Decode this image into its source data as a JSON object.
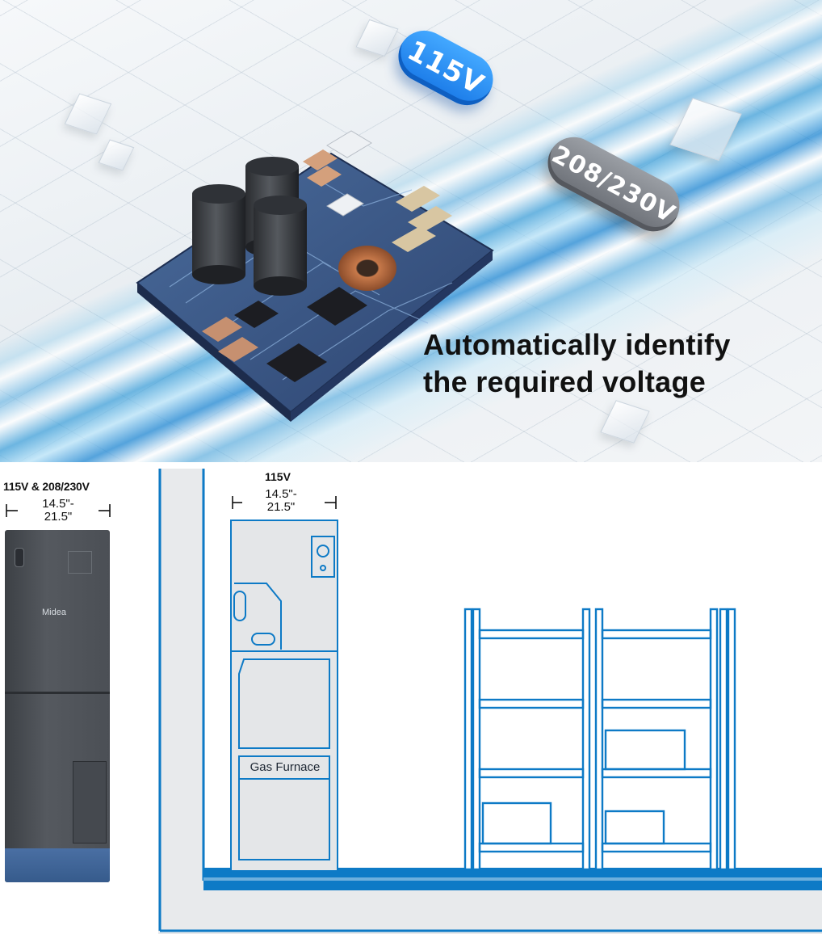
{
  "hero": {
    "voltage_low": "115V",
    "voltage_high": "208/230V",
    "caption_line1": "Automatically identify",
    "caption_line2": "the required voltage",
    "colors": {
      "accent_blue": "#1b7be8",
      "pill_gray": "#7d8188",
      "streak_blue": "#1e88d8"
    }
  },
  "unit_spec": {
    "title": "115V & 208/230V",
    "width_line1": "14.5\"-",
    "width_line2": "21.5\""
  },
  "air_handler": {
    "brand": "Midea",
    "colors": {
      "body": "#4b4f55",
      "base": "#3f659a"
    }
  },
  "scene": {
    "unit_title": "115V",
    "width_line1": "14.5\"-",
    "width_line2": "21.5\"",
    "furnace_label": "Gas Furnace",
    "colors": {
      "line_blue": "#0d7ac6",
      "fill_gray": "#e8eaec"
    }
  }
}
